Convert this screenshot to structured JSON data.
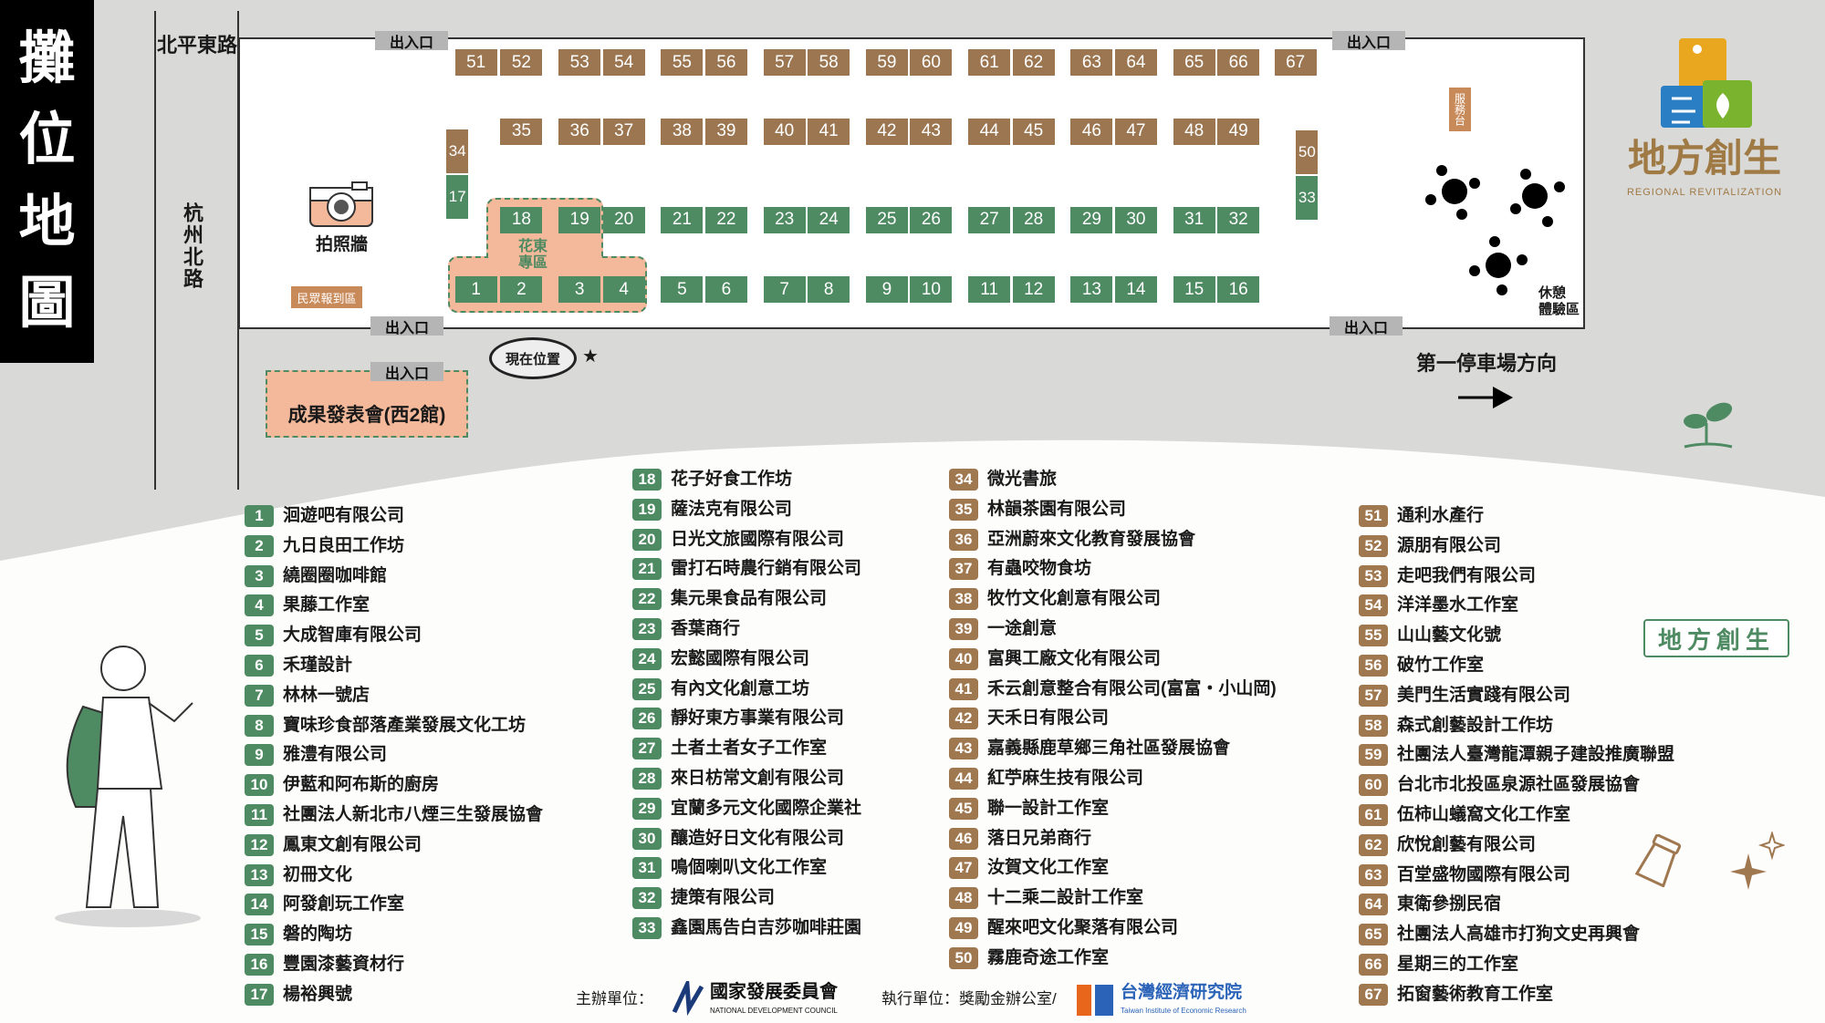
{
  "title": {
    "chars": [
      "攤",
      "位",
      "地",
      "圖"
    ]
  },
  "roads": {
    "north": "北平東路",
    "west": "杭州北路"
  },
  "map": {
    "entrance_label": "出入口",
    "photo_wall": "拍照牆",
    "checkin": "民眾報到區",
    "service_desk": "服務台",
    "rest_area": [
      "休憩",
      "體驗區"
    ],
    "huadong_zone": [
      "花東",
      "專區"
    ],
    "presentation_hall": "成果發表會(西2館)",
    "current_location": "現在位置",
    "parking_direction": "第一停車場方向",
    "booths_green": [
      "1",
      "2",
      "3",
      "4",
      "5",
      "6",
      "7",
      "8",
      "9",
      "10",
      "11",
      "12",
      "13",
      "14",
      "15",
      "16",
      "17",
      "18",
      "19",
      "20",
      "21",
      "22",
      "23",
      "24",
      "25",
      "26",
      "27",
      "28",
      "29",
      "30",
      "31",
      "32",
      "33"
    ],
    "booths_brown": [
      "34",
      "35",
      "36",
      "37",
      "38",
      "39",
      "40",
      "41",
      "42",
      "43",
      "44",
      "45",
      "46",
      "47",
      "48",
      "49",
      "50",
      "51",
      "52",
      "53",
      "54",
      "55",
      "56",
      "57",
      "58",
      "59",
      "60",
      "61",
      "62",
      "63",
      "64",
      "65",
      "66",
      "67"
    ]
  },
  "logo": {
    "title": "地方創生",
    "subtitle": "REGIONAL REVITALIZATION",
    "stamp": "地方創生"
  },
  "vendors": [
    {
      "no": "1",
      "name": "洄遊吧有限公司"
    },
    {
      "no": "2",
      "name": "九日良田工作坊"
    },
    {
      "no": "3",
      "name": "繞圈圈咖啡館"
    },
    {
      "no": "4",
      "name": "果藤工作室"
    },
    {
      "no": "5",
      "name": "大成智庫有限公司"
    },
    {
      "no": "6",
      "name": "禾瑾設計"
    },
    {
      "no": "7",
      "name": "林林一號店"
    },
    {
      "no": "8",
      "name": "寶味珍食部落產業發展文化工坊"
    },
    {
      "no": "9",
      "name": "雅澧有限公司"
    },
    {
      "no": "10",
      "name": "伊藍和阿布斯的廚房"
    },
    {
      "no": "11",
      "name": "社團法人新北市八煙三生發展協會"
    },
    {
      "no": "12",
      "name": "鳳東文創有限公司"
    },
    {
      "no": "13",
      "name": "初冊文化"
    },
    {
      "no": "14",
      "name": "阿發創玩工作室"
    },
    {
      "no": "15",
      "name": "磐的陶坊"
    },
    {
      "no": "16",
      "name": "豐園漆藝資材行"
    },
    {
      "no": "17",
      "name": "楊裕興號"
    },
    {
      "no": "18",
      "name": "花子好食工作坊"
    },
    {
      "no": "19",
      "name": "薩法克有限公司"
    },
    {
      "no": "20",
      "name": "日光文旅國際有限公司"
    },
    {
      "no": "21",
      "name": "雷打石時農行銷有限公司"
    },
    {
      "no": "22",
      "name": "集元果食品有限公司"
    },
    {
      "no": "23",
      "name": "香葉商行"
    },
    {
      "no": "24",
      "name": "宏懿國際有限公司"
    },
    {
      "no": "25",
      "name": "有內文化創意工坊"
    },
    {
      "no": "26",
      "name": "靜好東方事業有限公司"
    },
    {
      "no": "27",
      "name": "土者土者女子工作室"
    },
    {
      "no": "28",
      "name": "來日枋常文創有限公司"
    },
    {
      "no": "29",
      "name": "宜蘭多元文化國際企業社"
    },
    {
      "no": "30",
      "name": "釀造好日文化有限公司"
    },
    {
      "no": "31",
      "name": "鳴個喇叭文化工作室"
    },
    {
      "no": "32",
      "name": "捷策有限公司"
    },
    {
      "no": "33",
      "name": "鑫園馬告白吉莎咖啡莊園"
    },
    {
      "no": "34",
      "name": "微光書旅"
    },
    {
      "no": "35",
      "name": "林韻茶園有限公司"
    },
    {
      "no": "36",
      "name": "亞洲蔚來文化教育發展協會"
    },
    {
      "no": "37",
      "name": "有蟲咬物食坊"
    },
    {
      "no": "38",
      "name": "牧竹文化創意有限公司"
    },
    {
      "no": "39",
      "name": "一途創意"
    },
    {
      "no": "40",
      "name": "富興工廠文化有限公司"
    },
    {
      "no": "41",
      "name": "禾云創意整合有限公司(富富・小山岡)"
    },
    {
      "no": "42",
      "name": "天禾日有限公司"
    },
    {
      "no": "43",
      "name": "嘉義縣鹿草鄉三角社區發展協會"
    },
    {
      "no": "44",
      "name": "紅苧麻生技有限公司"
    },
    {
      "no": "45",
      "name": "聯一設計工作室"
    },
    {
      "no": "46",
      "name": "落日兄弟商行"
    },
    {
      "no": "47",
      "name": "汝賀文化工作室"
    },
    {
      "no": "48",
      "name": "十二乘二設計工作室"
    },
    {
      "no": "49",
      "name": "醒來吧文化聚落有限公司"
    },
    {
      "no": "50",
      "name": "霧鹿奇途工作室"
    },
    {
      "no": "51",
      "name": "通利水產行"
    },
    {
      "no": "52",
      "name": "源朋有限公司"
    },
    {
      "no": "53",
      "name": "走吧我們有限公司"
    },
    {
      "no": "54",
      "name": "洋洋墨水工作室"
    },
    {
      "no": "55",
      "name": "山山藝文化號"
    },
    {
      "no": "56",
      "name": "破竹工作室"
    },
    {
      "no": "57",
      "name": "美門生活實踐有限公司"
    },
    {
      "no": "58",
      "name": "森式創藝設計工作坊"
    },
    {
      "no": "59",
      "name": "社團法人臺灣龍潭親子建設推廣聯盟"
    },
    {
      "no": "60",
      "name": "台北市北投區泉源社區發展協會"
    },
    {
      "no": "61",
      "name": "伍柿山蟻窩文化工作室"
    },
    {
      "no": "62",
      "name": "欣悅創藝有限公司"
    },
    {
      "no": "63",
      "name": "百堂盛物國際有限公司"
    },
    {
      "no": "64",
      "name": "東衛參捌民宿"
    },
    {
      "no": "65",
      "name": "社團法人高雄市打狗文史再興會"
    },
    {
      "no": "66",
      "name": "星期三的工作室"
    },
    {
      "no": "67",
      "name": "拓窗藝術教育工作室"
    }
  ],
  "footer": {
    "organizer_label": "主辦單位：",
    "organizer_name": "國家發展委員會",
    "organizer_en": "NATIONAL DEVELOPMENT COUNCIL",
    "executor_label": "執行單位：獎勵金辦公室/",
    "executor_name": "台灣經濟研究院",
    "executor_en": "Taiwan Institute of Economic Research"
  },
  "colors": {
    "green": "#4e8a62",
    "brown": "#9c7650",
    "peach": "#f4b89a"
  }
}
